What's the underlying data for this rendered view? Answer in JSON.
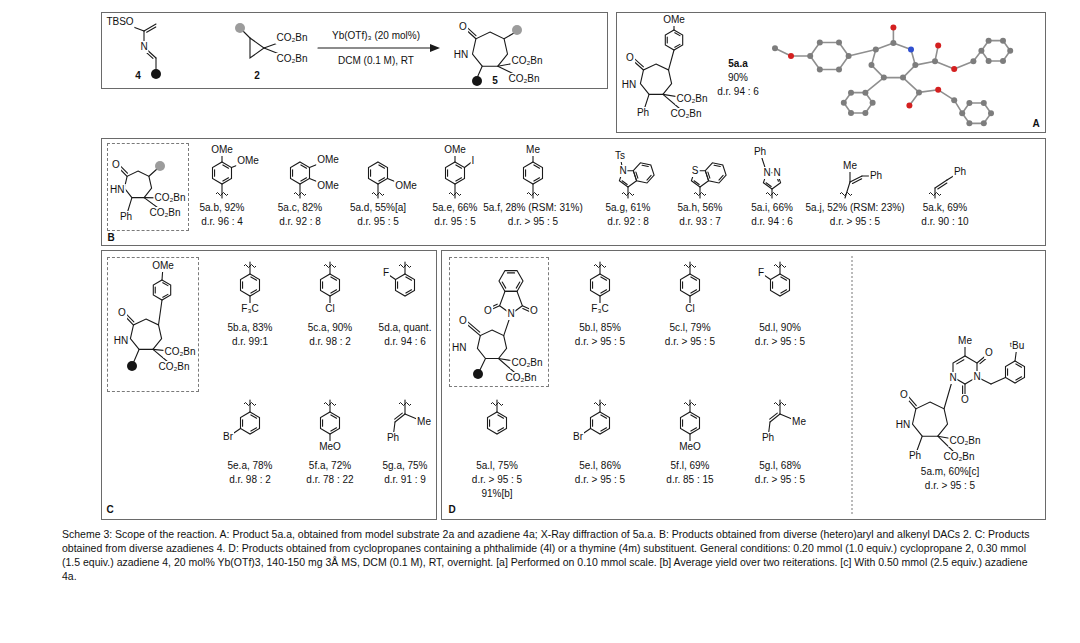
{
  "diagram": {
    "caption": "Scheme 3: Scope of the reaction. A: Product 5a.a, obtained from model substrate 2a and azadiene 4a; X-Ray diffraction of 5a.a. B: Products obtained from diverse (hetero)aryl and alkenyl DACs 2. C: Products obtained from diverse azadienes 4. D: Products obtained from cyclopropanes containing a phthalimide (4l) or a thymine (4m) substituent. General conditions: 0.20 mmol (1.0 equiv.) cyclopropane 2, 0.30 mmol (1.5 equiv.) azadiene 4, 20 mol% Yb(OTf)3, 140-150 mg 3Å MS, DCM (0.1 M), RT, overnight. [a] Performed on 0.10 mmol scale. [b] Average yield over two reiterations. [c] With 0.50 mmol (2.5 equiv.) azadiene 4a.",
    "nodes": [
      {
        "text": [
          "TBSO",
          "N",
          "4",
          "CO₂Bn",
          "CO₂Bn",
          "2",
          "Yb(OTf)₃ (20 mol%)",
          "DCM (0.1 M), RT",
          "O",
          "HN",
          "CO₂Bn",
          "CO₂Bn",
          "5"
        ]
      },
      {
        "text": [
          "OMe",
          "O",
          "HN",
          "Ph",
          "CO₂Bn",
          "CO₂Bn",
          "5a.a",
          "90%",
          "d.r. 94 : 6",
          "A"
        ]
      },
      {
        "text": [
          "OMe",
          "OMe",
          "5a.b, 92%",
          "d.r. 96 : 4",
          "OMe",
          "OMe",
          "5a.c, 82%",
          "d.r. 92 : 8",
          "OMe",
          "5a.d, 55%[a]",
          "d.r. 95 : 5",
          "OMe",
          "I",
          "5a.e, 66%",
          "d.r. 95 : 5",
          "Me",
          "5a.f, 28% (RSM: 31%)",
          "d.r. > 95 : 5",
          "Ts",
          "N",
          "5a.g, 61%",
          "d.r. 92 : 8",
          "S",
          "5a.h, 56%",
          "d.r. 93 : 7",
          "Ph",
          "N",
          "N",
          "5a.i, 66%",
          "d.r. 94 : 6",
          "Me",
          "Ph",
          "5a.j, 52% (RSM: 23%)",
          "d.r. > 95 : 5",
          "Ph",
          "5a.k, 69%",
          "d.r. 90 : 10",
          "B"
        ]
      },
      {
        "text": [
          "O",
          "HN",
          "CO₂Bn",
          "CO₂Bn",
          "Ph"
        ],
        "in": 2
      },
      {
        "text": [
          "F₃C",
          "5b.a, 83%",
          "d.r. 99:1",
          "Cl",
          "5c.a, 90%",
          "d.r. 98 : 2",
          "F",
          "5d.a, quant.",
          "d.r. 94 : 6",
          "Br",
          "5e.a, 78%",
          "d.r. 98 : 2",
          "MeO",
          "5f.a, 72%",
          "d.r. 78 : 22",
          "Ph",
          "Me",
          "5g.a, 75%",
          "d.r. 91 : 9",
          "C"
        ]
      },
      {
        "text": [
          "OMe",
          "O",
          "HN",
          "CO₂Bn",
          "CO₂Bn"
        ],
        "in": 4
      },
      {
        "text": [
          "F₃C",
          "5b.l, 85%",
          "d.r. > 95 : 5",
          "Cl",
          "5c.l, 79%",
          "d.r. > 95 : 5",
          "F",
          "5d.l, 90%",
          "d.r. > 95 : 5",
          "5a.l, 75%",
          "d.r. > 95 : 5",
          "91%[b]",
          "Br",
          "5e.l, 86%",
          "d.r. > 95 : 5",
          "MeO",
          "5f.l, 69%",
          "d.r. 85 : 15",
          "Ph",
          "Me",
          "5g.l, 68%",
          "d.r. > 95 : 5",
          "Me",
          "O",
          "ᵗBu",
          "N",
          "N",
          "O",
          "O",
          "HN",
          "CO₂Bn",
          "CO₂Bn",
          "Ph",
          "5a.m, 60%[c]",
          "d.r. > 95 : 5",
          "D"
        ]
      },
      {
        "text": [
          "O",
          "N",
          "O",
          "O",
          "HN",
          "CO₂Bn",
          "CO₂Bn"
        ],
        "in": 6
      }
    ]
  }
}
